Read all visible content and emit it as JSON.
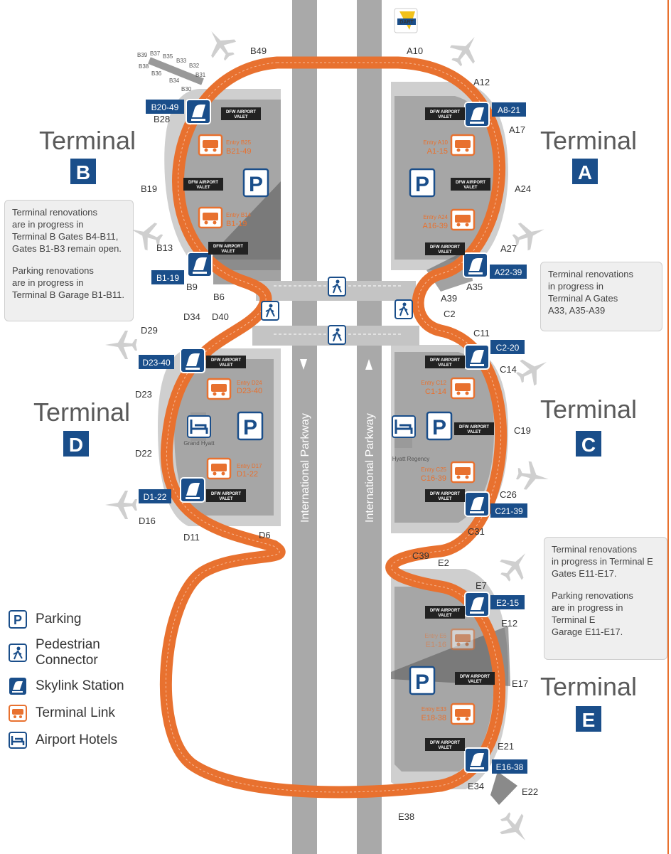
{
  "terminals": {
    "A": {
      "word": "Terminal",
      "letter": "A",
      "gate_groups": [
        "A8-21",
        "A22-39"
      ],
      "gates": [
        "A10",
        "A12",
        "A17",
        "A24",
        "A27",
        "A35",
        "A39"
      ],
      "links": [
        {
          "entry": "Entry A10",
          "gates": "A1-15"
        },
        {
          "entry": "Entry A24",
          "gates": "A16-39"
        }
      ]
    },
    "B": {
      "word": "Terminal",
      "letter": "B",
      "gate_groups": [
        "B20-49",
        "B1-19"
      ],
      "gates": [
        "B49",
        "B28",
        "B19",
        "B13",
        "B9",
        "B6",
        "B30",
        "B31",
        "B32",
        "B33",
        "B34",
        "B35",
        "B36",
        "B37",
        "B38",
        "B39"
      ],
      "links": [
        {
          "entry": "Entry B25",
          "gates": "B21-49"
        },
        {
          "entry": "Entry B14",
          "gates": "B1-19"
        }
      ]
    },
    "C": {
      "word": "Terminal",
      "letter": "C",
      "gate_groups": [
        "C2-20",
        "C21-39"
      ],
      "gates": [
        "C2",
        "C11",
        "C14",
        "C19",
        "C26",
        "C31",
        "C39"
      ],
      "links": [
        {
          "entry": "Entry C12",
          "gates": "C1-14"
        },
        {
          "entry": "Entry C25",
          "gates": "C16-39"
        }
      ],
      "hotel": "Hyatt Regency"
    },
    "D": {
      "word": "Terminal",
      "letter": "D",
      "gate_groups": [
        "D23-40",
        "D1-22"
      ],
      "gates": [
        "D34",
        "D40",
        "D29",
        "D23",
        "D22",
        "D16",
        "D11",
        "D6"
      ],
      "links": [
        {
          "entry": "Entry D24",
          "gates": "D23-40"
        },
        {
          "entry": "Entry D17",
          "gates": "D1-22"
        }
      ],
      "hotel": "Grand\nHyatt"
    },
    "E": {
      "word": "Terminal",
      "letter": "E",
      "gate_groups": [
        "E2-15",
        "E16-38"
      ],
      "gates": [
        "E2",
        "E7",
        "E12",
        "E17",
        "E21",
        "E22",
        "E34",
        "E38"
      ],
      "links": [
        {
          "entry": "Entry E6",
          "gates": "E1-16"
        },
        {
          "entry": "Entry E33",
          "gates": "E18-38"
        }
      ]
    }
  },
  "valet": {
    "line1": "DFW AIRPORT",
    "line2": "VALET"
  },
  "parkway": "International Parkway",
  "dart": "DART",
  "parking_symbol": "P",
  "notes": {
    "B": [
      "Terminal renovations\nare in progress in\nTerminal B Gates B4-B11,\nGates B1-B3 remain open.",
      "Parking renovations\nare in progress in\nTerminal B Garage B1-B11."
    ],
    "A": [
      "Terminal renovations\nin progress in\nTerminal A Gates\nA33, A35-A39"
    ],
    "E": [
      "Terminal renovations\nin progress in Terminal E\nGates E11-E17.",
      "Parking renovations\nare in progress in\nTerminal E\nGarage E11-E17."
    ]
  },
  "legend": [
    {
      "icon": "parking-icon",
      "label": "Parking"
    },
    {
      "icon": "pedestrian-icon",
      "label": "Pedestrian\nConnector"
    },
    {
      "icon": "skylink-icon",
      "label": "Skylink Station"
    },
    {
      "icon": "terminal-link-icon",
      "label": "Terminal Link"
    },
    {
      "icon": "hotel-icon",
      "label": "Airport Hotels"
    }
  ],
  "colors": {
    "skylink": "#e8712f",
    "navy": "#1a4e8a",
    "road": "#a9a9a9",
    "garage": "#c9c9c9",
    "building": "#a0a0a0",
    "note_bg": "#efefef",
    "dart": "#f2c21b"
  }
}
